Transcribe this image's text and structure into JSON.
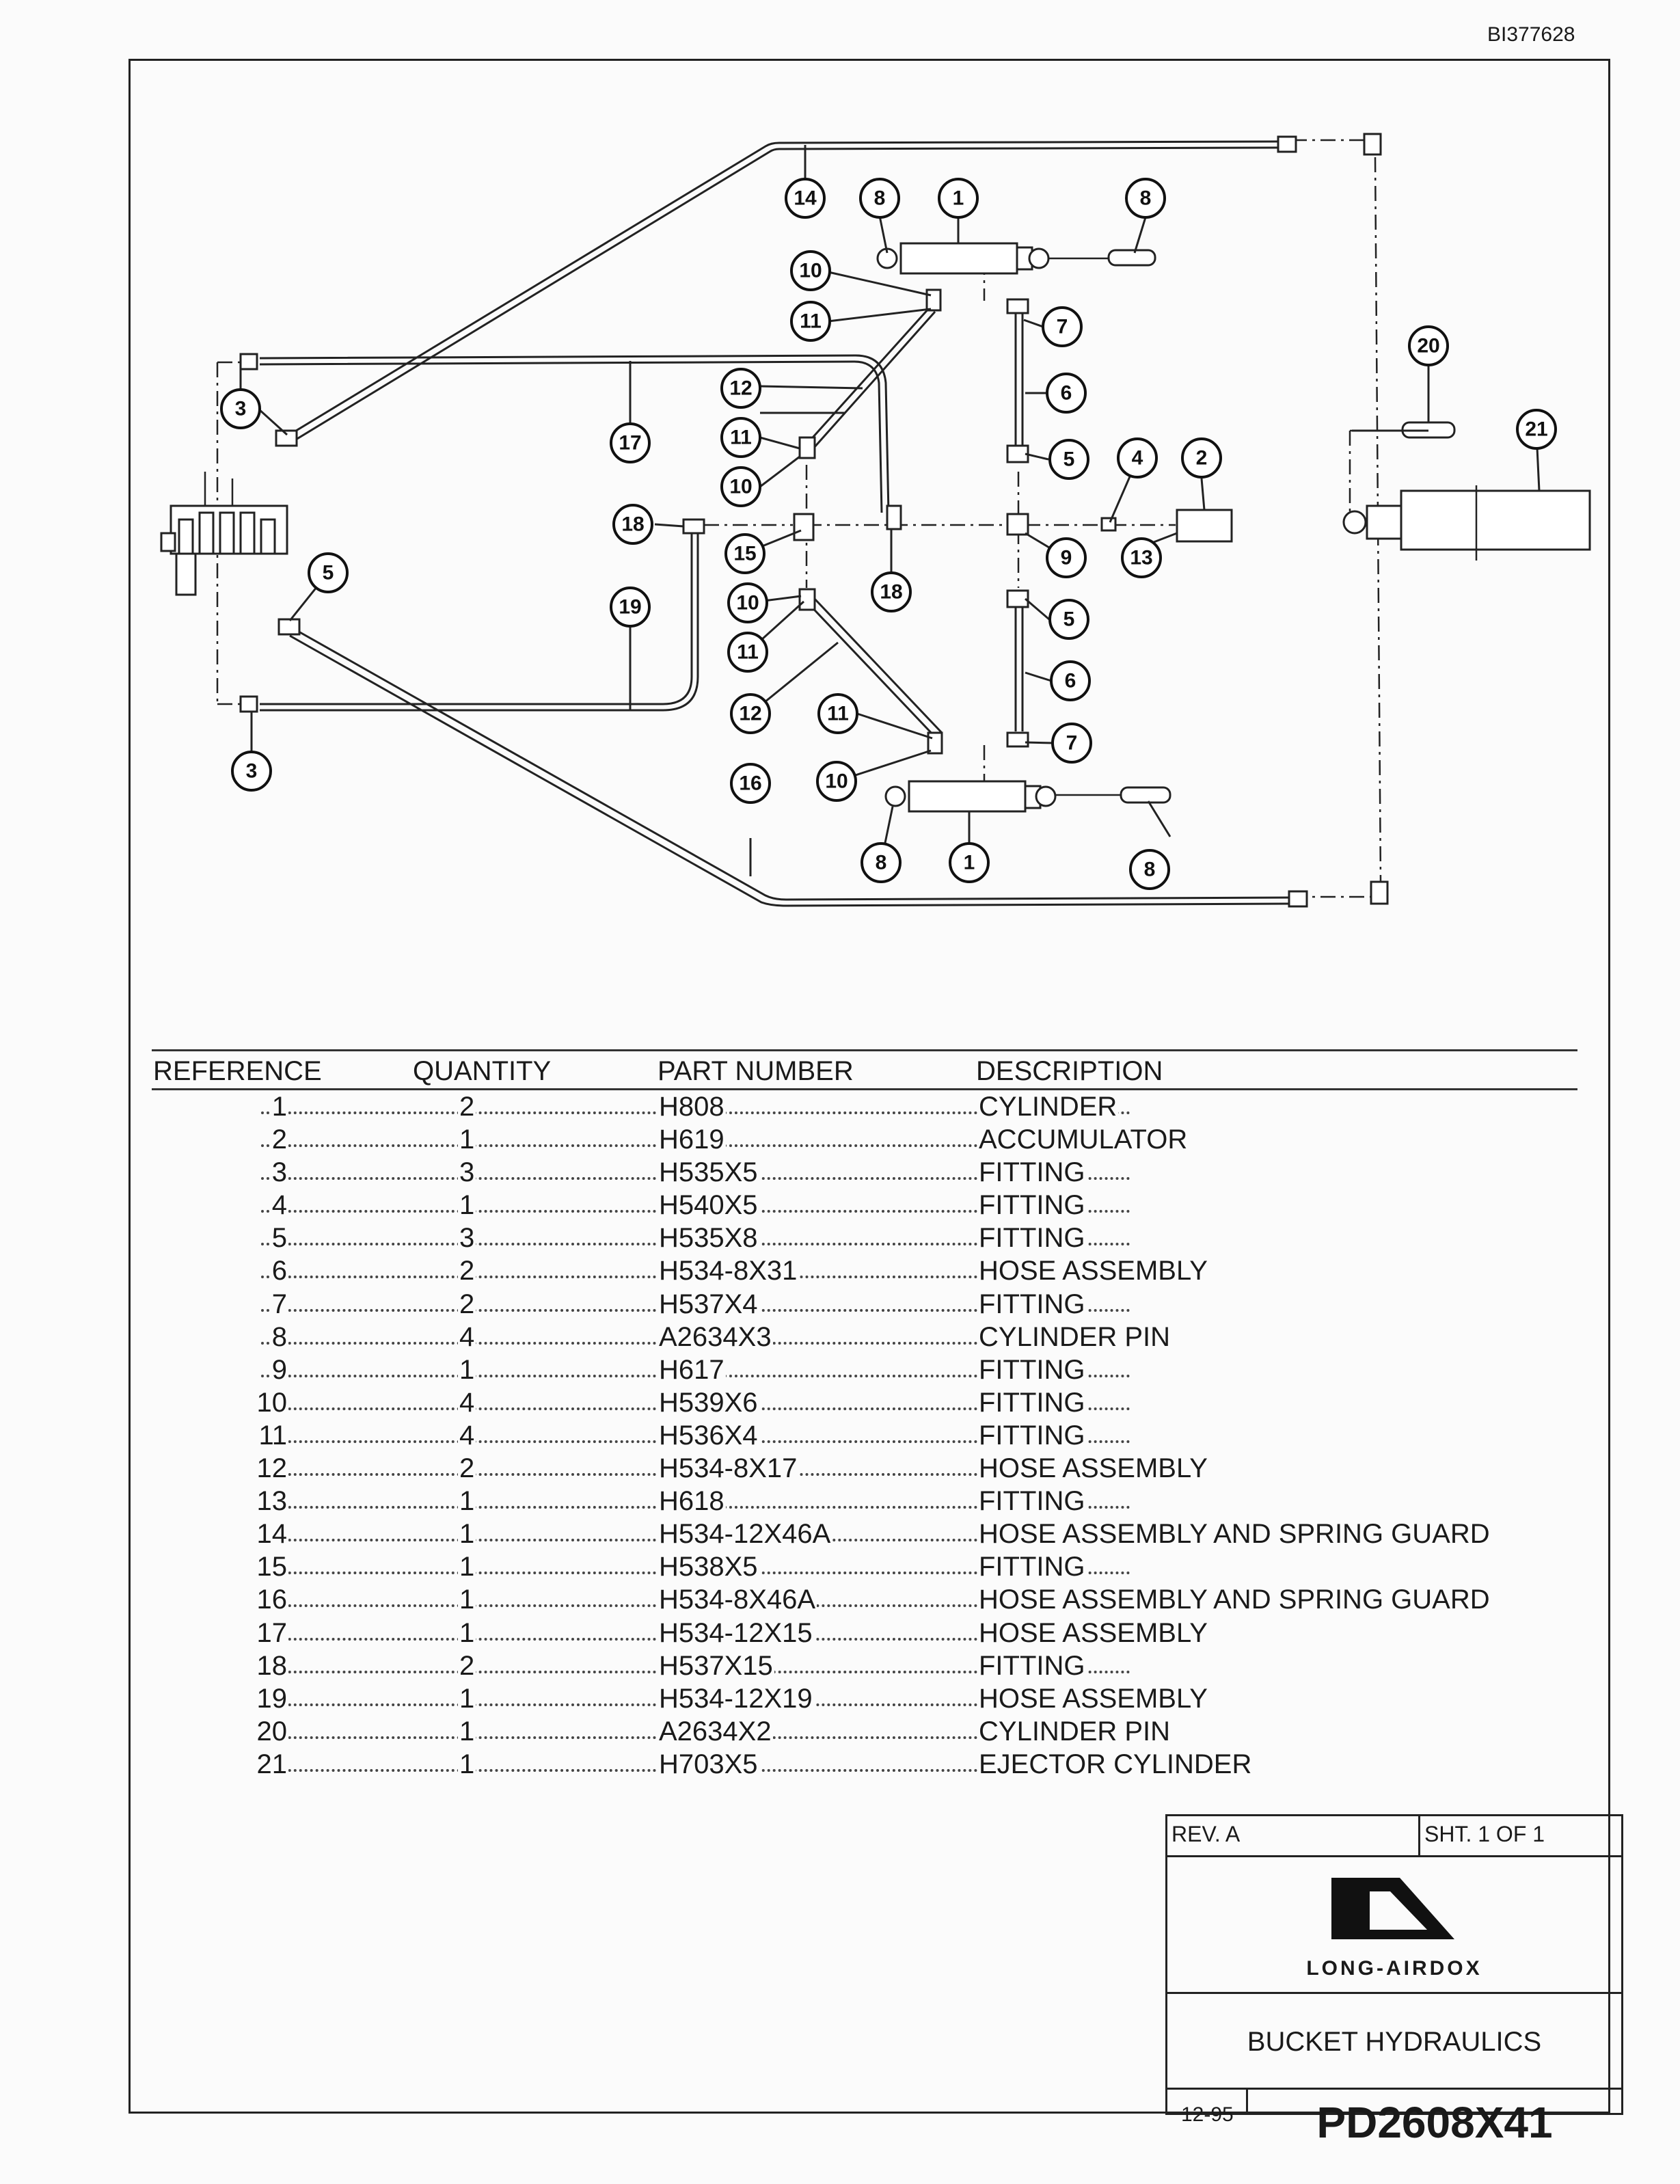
{
  "document": {
    "id": "BI377628"
  },
  "diagram": {
    "balloons": [
      "1",
      "1",
      "2",
      "3",
      "3",
      "4",
      "5",
      "5",
      "5",
      "6",
      "6",
      "7",
      "7",
      "8",
      "8",
      "8",
      "8",
      "9",
      "10",
      "10",
      "10",
      "10",
      "11",
      "11",
      "11",
      "11",
      "12",
      "12",
      "13",
      "14",
      "15",
      "16",
      "17",
      "18",
      "18",
      "19",
      "20",
      "21"
    ]
  },
  "parts_list": {
    "headers": {
      "reference": "REFERENCE",
      "quantity": "QUANTITY",
      "part_number": "PART NUMBER",
      "description": "DESCRIPTION"
    },
    "rows": [
      {
        "ref": "1",
        "qty": "2",
        "part": "H808",
        "desc": "CYLINDER"
      },
      {
        "ref": "2",
        "qty": "1",
        "part": "H619",
        "desc": "ACCUMULATOR"
      },
      {
        "ref": "3",
        "qty": "3",
        "part": "H535X5",
        "desc": "FITTING"
      },
      {
        "ref": "4",
        "qty": "1",
        "part": "H540X5",
        "desc": "FITTING"
      },
      {
        "ref": "5",
        "qty": "3",
        "part": "H535X8",
        "desc": "FITTING"
      },
      {
        "ref": "6",
        "qty": "2",
        "part": "H534-8X31",
        "desc": "HOSE ASSEMBLY"
      },
      {
        "ref": "7",
        "qty": "2",
        "part": "H537X4",
        "desc": "FITTING"
      },
      {
        "ref": "8",
        "qty": "4",
        "part": "A2634X3",
        "desc": "CYLINDER PIN"
      },
      {
        "ref": "9",
        "qty": "1",
        "part": "H617",
        "desc": "FITTING"
      },
      {
        "ref": "10",
        "qty": "4",
        "part": "H539X6",
        "desc": "FITTING"
      },
      {
        "ref": "11",
        "qty": "4",
        "part": "H536X4",
        "desc": "FITTING"
      },
      {
        "ref": "12",
        "qty": "2",
        "part": "H534-8X17",
        "desc": "HOSE ASSEMBLY"
      },
      {
        "ref": "13",
        "qty": "1",
        "part": "H618",
        "desc": "FITTING"
      },
      {
        "ref": "14",
        "qty": "1",
        "part": "H534-12X46A",
        "desc": "HOSE ASSEMBLY AND SPRING GUARD"
      },
      {
        "ref": "15",
        "qty": "1",
        "part": "H538X5",
        "desc": "FITTING"
      },
      {
        "ref": "16",
        "qty": "1",
        "part": "H534-8X46A",
        "desc": "HOSE ASSEMBLY AND SPRING GUARD"
      },
      {
        "ref": "17",
        "qty": "1",
        "part": "H534-12X15",
        "desc": "HOSE ASSEMBLY"
      },
      {
        "ref": "18",
        "qty": "2",
        "part": "H537X15",
        "desc": "FITTING"
      },
      {
        "ref": "19",
        "qty": "1",
        "part": "H534-12X19",
        "desc": "HOSE ASSEMBLY"
      },
      {
        "ref": "20",
        "qty": "1",
        "part": "A2634X2",
        "desc": "CYLINDER PIN"
      },
      {
        "ref": "21",
        "qty": "1",
        "part": "H703X5",
        "desc": "EJECTOR CYLINDER"
      }
    ]
  },
  "title_block": {
    "revision": "REV. A",
    "sheet": "SHT.  1  OF  1",
    "company": "LONG-AIRDOX",
    "title": "BUCKET HYDRAULICS",
    "date": "12-95",
    "drawing_number": "PD2608X41"
  }
}
